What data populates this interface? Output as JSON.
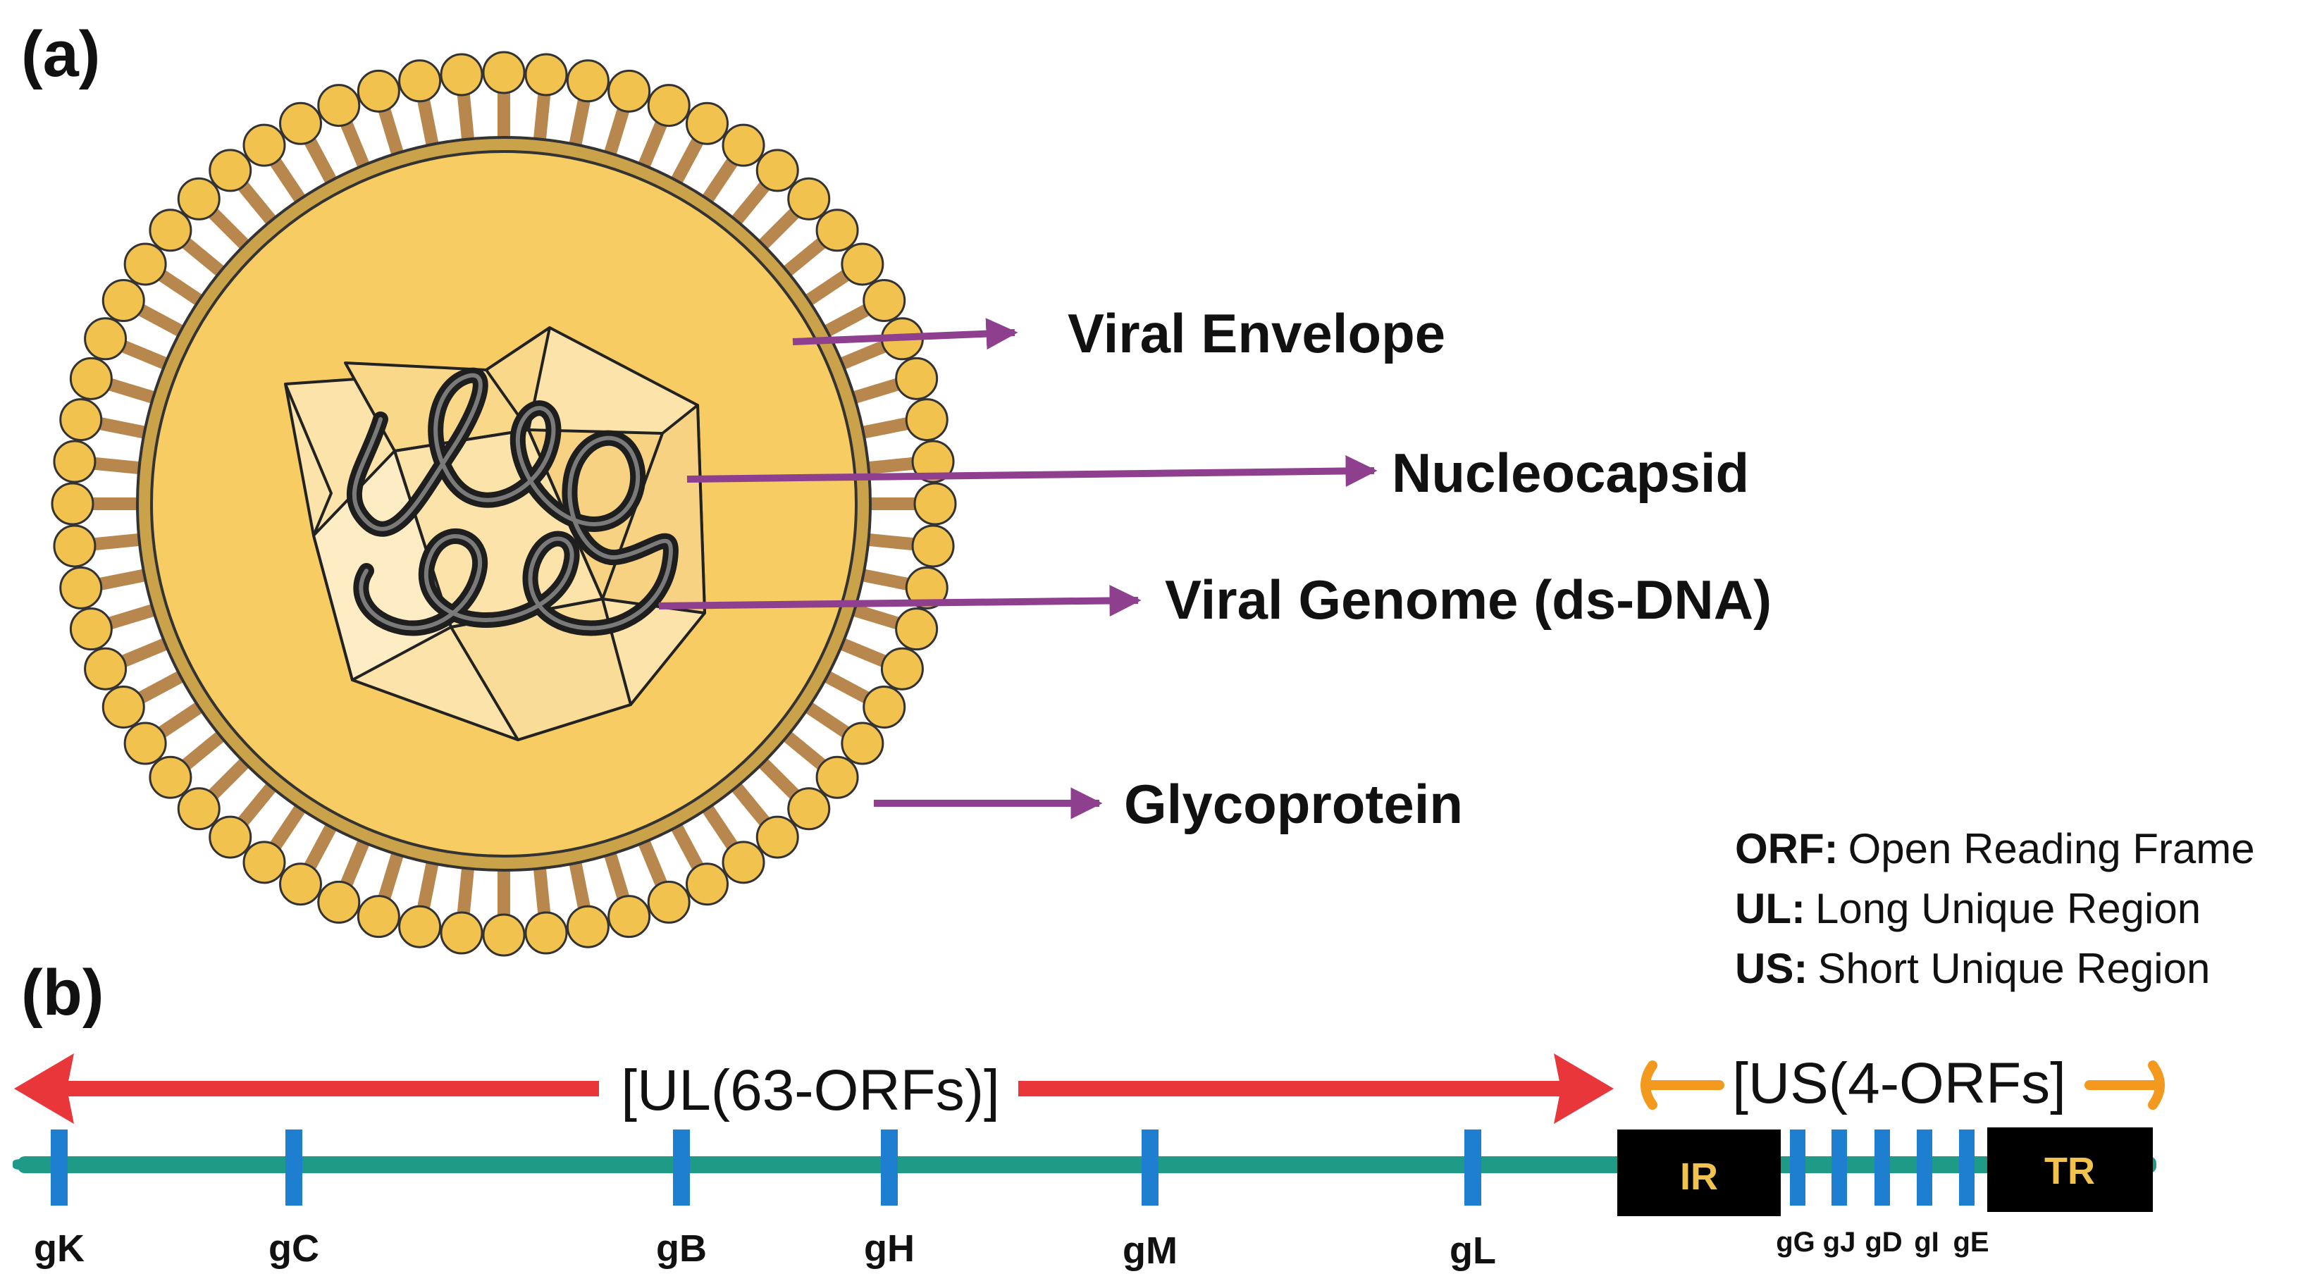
{
  "panel_a": {
    "label": "(a)",
    "callouts": {
      "envelope": "Viral Envelope",
      "nucleocapsid": "Nucleocapsid",
      "genome": "Viral Genome (ds-DNA)",
      "glycoprotein": "Glycoprotein"
    }
  },
  "panel_b": {
    "label": "(b)",
    "legend": [
      {
        "key": "ORF:",
        "text": "Open Reading Frame"
      },
      {
        "key": "UL:",
        "text": "Long Unique Region"
      },
      {
        "key": "US:",
        "text": "Short Unique Region"
      }
    ],
    "ul_label": "[UL(63-ORFs)]",
    "us_label": "[US(4-ORFs]",
    "ul_genes": [
      "gK",
      "gC",
      "gB",
      "gH",
      "gM",
      "gL"
    ],
    "us_genes": [
      "gG",
      "gJ",
      "gD",
      "gI",
      "gE"
    ],
    "ir_label": "IR",
    "tr_label": "TR"
  },
  "colors": {
    "envelope_fill": "#F7CC62",
    "envelope_ring": "#C9A24A",
    "phospholipid_head": "#F2C24F",
    "phospholipid_tail": "#B8874E",
    "capsid": "#FBE3A9",
    "dna": "#1E1E1E",
    "callout_arrow": "#8E3F8E",
    "ul_arrow": "#E8363B",
    "us_arrow": "#F39A1E",
    "genome_line": "#1E9A86",
    "gene_mark": "#1E7FD0",
    "block_fill": "#000000",
    "block_text": "#F2C24F"
  }
}
